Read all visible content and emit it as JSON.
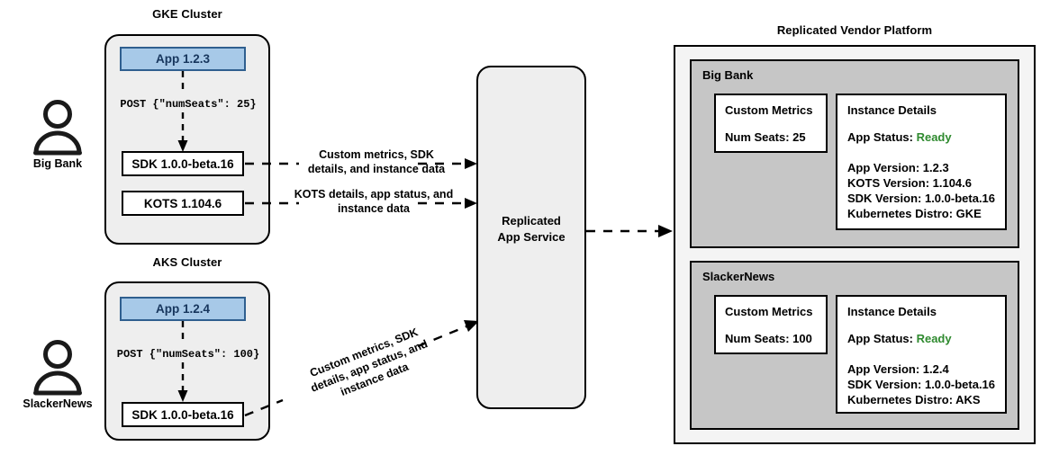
{
  "diagram": {
    "actors": [
      {
        "name": "Big Bank",
        "icon": "person-icon"
      },
      {
        "name": "SlackerNews",
        "icon": "person-icon"
      }
    ],
    "clusters": [
      {
        "title": "GKE Cluster",
        "app": {
          "label": "App 1.2.3"
        },
        "post": "POST {\"numSeats\": 25}",
        "components": [
          {
            "label": "SDK 1.0.0-beta.16"
          },
          {
            "label": "KOTS 1.104.6"
          }
        ]
      },
      {
        "title": "AKS Cluster",
        "app": {
          "label": "App 1.2.4"
        },
        "post": "POST {\"numSeats\": 100}",
        "components": [
          {
            "label": "SDK 1.0.0-beta.16"
          }
        ]
      }
    ],
    "edge_labels": {
      "gke_sdk": "Custom metrics, SDK\ndetails, and instance data",
      "gke_sdk_line1": "Custom metrics, SDK",
      "gke_sdk_line2": "details, and instance data",
      "gke_kots_line1": "KOTS details, app status, and",
      "gke_kots_line2": "instance data",
      "aks_line1": "Custom metrics, SDK",
      "aks_line2": "details, app status, and",
      "aks_line3": "instance data"
    },
    "service": {
      "line1": "Replicated",
      "line2": "App Service"
    },
    "platform": {
      "title": "Replicated Vendor Platform",
      "customers": [
        {
          "name": "Big Bank",
          "metrics": {
            "title": "Custom Metrics",
            "rows": [
              "Num Seats: 25"
            ]
          },
          "instance": {
            "title": "Instance Details",
            "status_label": "App Status:",
            "status_value": "Ready",
            "rows": [
              "App Version: 1.2.3",
              "KOTS Version: 1.104.6",
              "SDK Version: 1.0.0-beta.16",
              "Kubernetes Distro: GKE"
            ]
          }
        },
        {
          "name": "SlackerNews",
          "metrics": {
            "title": "Custom Metrics",
            "rows": [
              "Num Seats: 100"
            ]
          },
          "instance": {
            "title": "Instance Details",
            "status_label": "App Status:",
            "status_value": "Ready",
            "rows": [
              "App Version: 1.2.4",
              "SDK Version: 1.0.0-beta.16",
              "Kubernetes Distro: AKS"
            ]
          }
        }
      ]
    },
    "colors": {
      "app_fill": "#a7c9e8",
      "app_border": "#2f5f8f",
      "app_text": "#17365d",
      "cluster_fill": "#eeeeee",
      "platform_fill": "#f4f4f4",
      "customer_fill": "#c6c6c6",
      "ready_green": "#2f8a2f",
      "stroke": "#000000"
    }
  }
}
